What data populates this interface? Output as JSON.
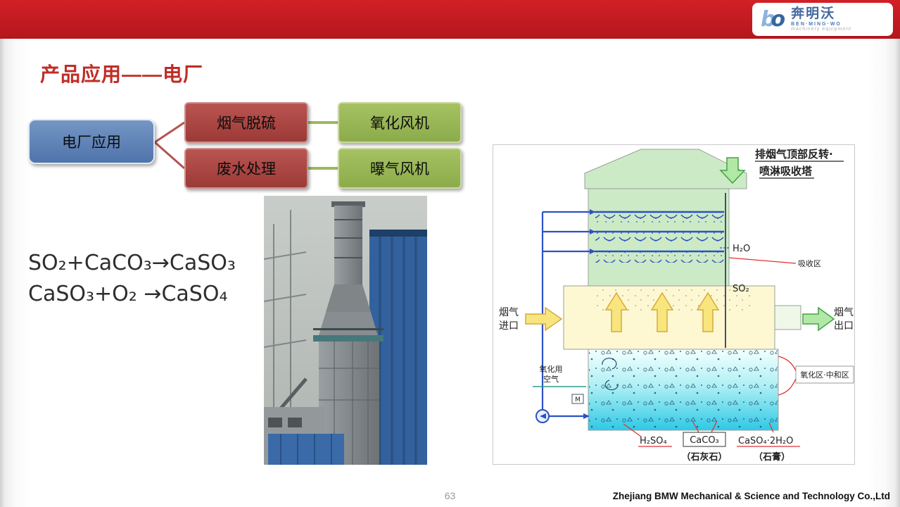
{
  "colors": {
    "top_bar_red": "#c4161d",
    "title_red": "#bf2d26",
    "box_blue": "#5b7fb6",
    "box_red": "#a94441",
    "box_green": "#9aba5a",
    "brand_blue": "#4a7ab5",
    "pipe_blue": "#2b51c8",
    "liquid_cyan": "#2ec9e6",
    "tower_green": "#cdeac6"
  },
  "header": {
    "logo_b": "b",
    "logo_o": "o",
    "brand_cn": "奔明沃",
    "brand_en": "BEN·MING·WO",
    "brand_tagline": "machinery equipment"
  },
  "slide": {
    "title": "产品应用——电厂",
    "page_number": "63",
    "footer_company": "Zhejiang BMW Mechanical & Science and Technology Co.,Ltd"
  },
  "flowchart": {
    "root": "电厂应用",
    "branches": [
      {
        "label": "烟气脱硫",
        "child": "氧化风机"
      },
      {
        "label": "废水处理",
        "child": "曝气风机"
      }
    ]
  },
  "equations": [
    "SO₂+CaCO₃→CaSO₃",
    "CaSO₃+O₂ →CaSO₄"
  ],
  "diagram": {
    "title_line1": "排烟气顶部反转·",
    "title_line2": "喷淋吸收塔",
    "h2o": "H₂O",
    "so2": "SO₂",
    "absorption_zone": "吸收区",
    "gas_inlet_line1": "烟气",
    "gas_inlet_line2": "进口",
    "gas_outlet_line1": "烟气",
    "gas_outlet_line2": "出口",
    "oxidation_air_line1": "氧化用",
    "oxidation_air_line2": "空气",
    "motor": "M",
    "oxidation_zone": "氧化区·中和区",
    "h2so4": "H₂SO₄",
    "caco3": "CaCO₃",
    "caso4": "CaSO₄·2H₂O",
    "limestone": "（石灰石）",
    "gypsum": "（石膏）"
  }
}
